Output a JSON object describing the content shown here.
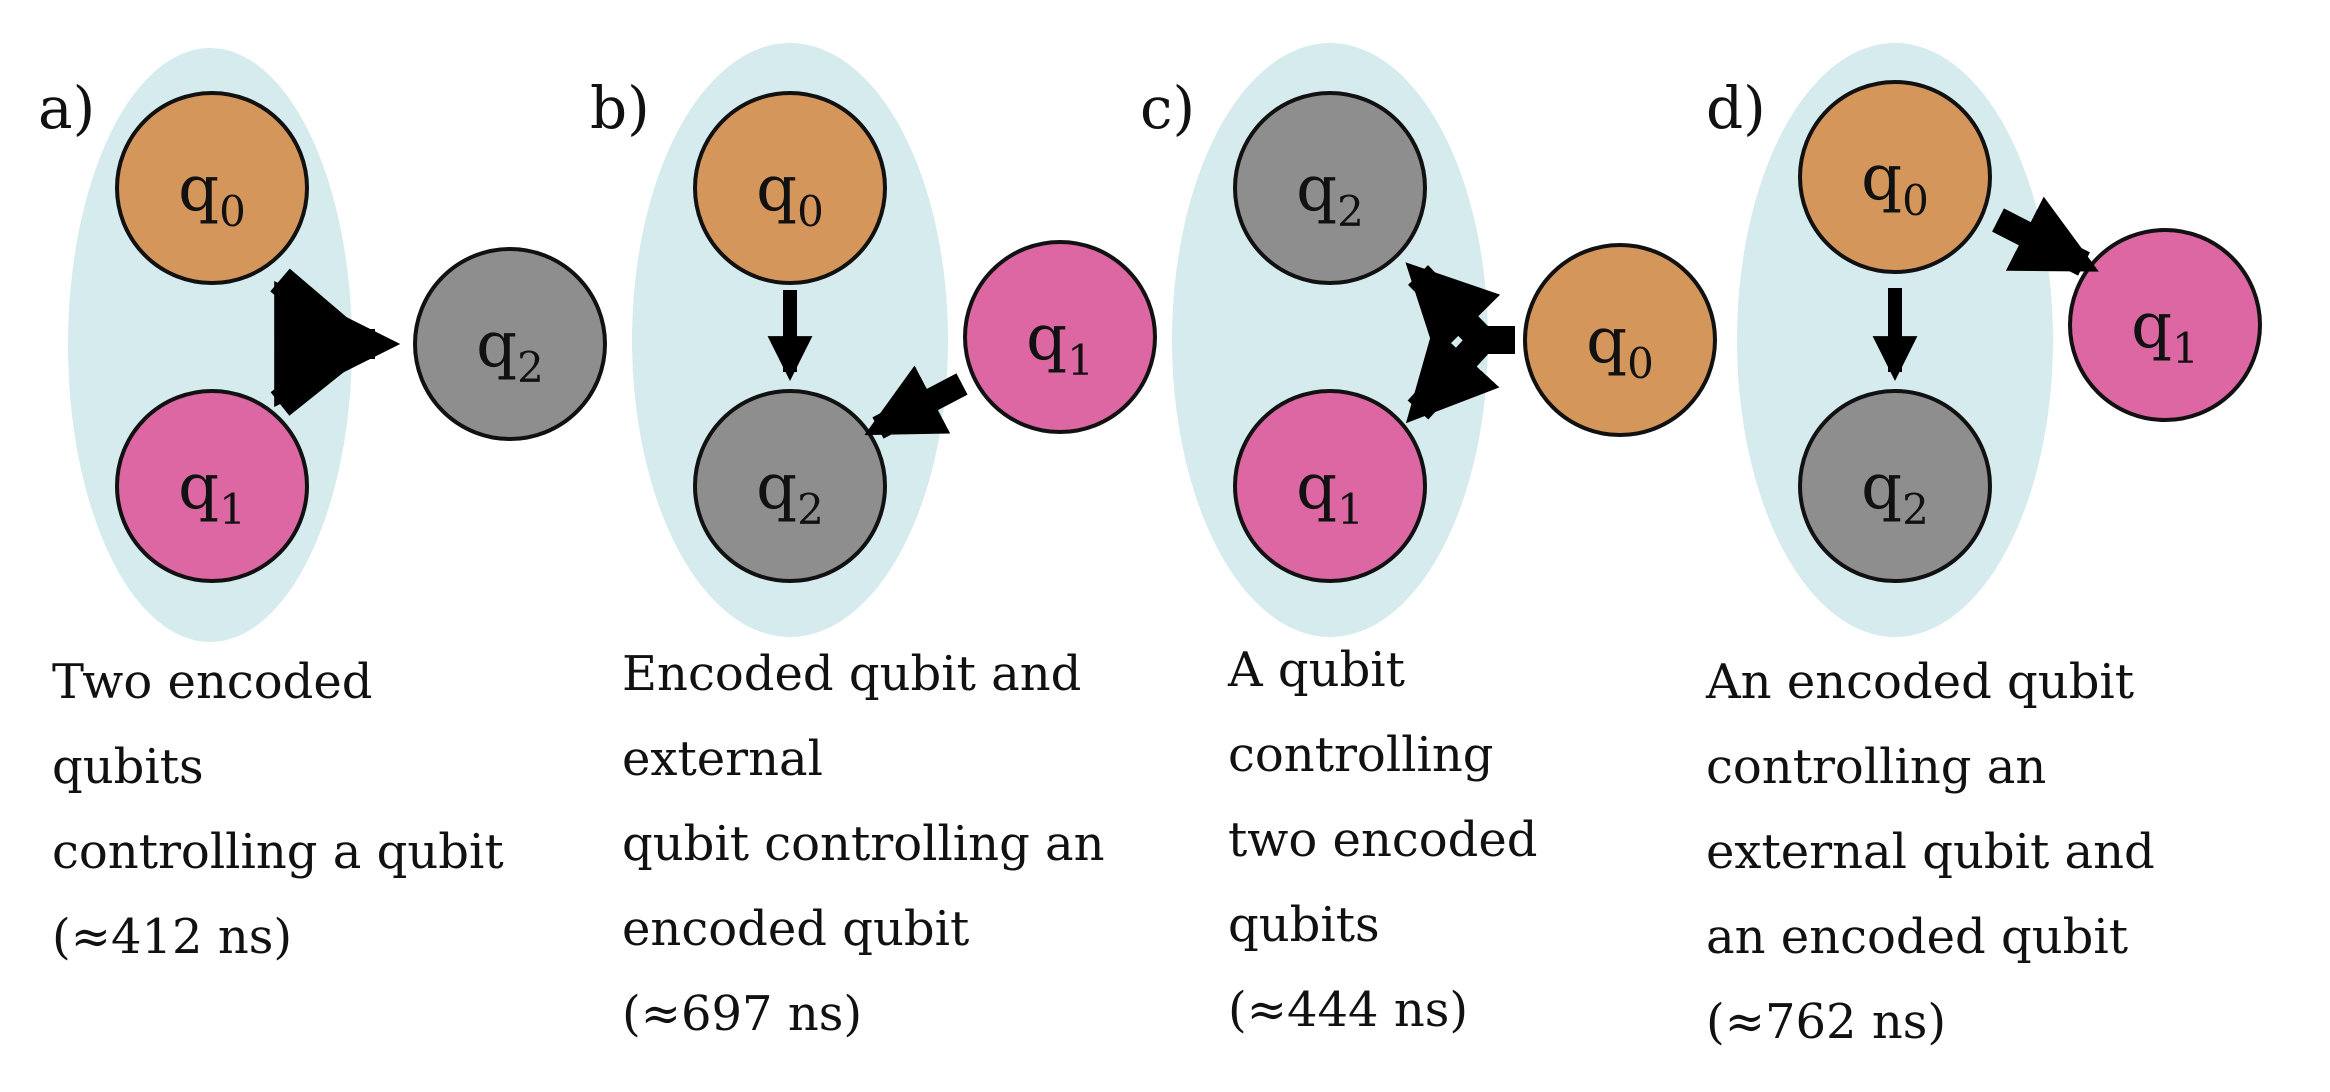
{
  "colors": {
    "group": "#d5ebee",
    "q0": "#d4965a",
    "q1": "#dd67a3",
    "q2": "#8e8e8e",
    "stroke": "#111111",
    "arrow": "#000000"
  },
  "panels": [
    {
      "label": "a)",
      "qubits": [
        {
          "name": "q",
          "sub": "0",
          "color": "q0"
        },
        {
          "name": "q",
          "sub": "1",
          "color": "q1"
        },
        {
          "name": "q",
          "sub": "2",
          "color": "q2"
        }
      ],
      "caption": [
        "Two encoded",
        "qubits",
        "controlling a qubit",
        "(≈412 ns)"
      ]
    },
    {
      "label": "b)",
      "qubits": [
        {
          "name": "q",
          "sub": "0",
          "color": "q0"
        },
        {
          "name": "q",
          "sub": "2",
          "color": "q2"
        },
        {
          "name": "q",
          "sub": "1",
          "color": "q1"
        }
      ],
      "caption": [
        "Encoded qubit and",
        "external",
        "qubit controlling an",
        "encoded qubit",
        "(≈697 ns)"
      ]
    },
    {
      "label": "c)",
      "qubits": [
        {
          "name": "q",
          "sub": "2",
          "color": "q2"
        },
        {
          "name": "q",
          "sub": "1",
          "color": "q1"
        },
        {
          "name": "q",
          "sub": "0",
          "color": "q0"
        }
      ],
      "caption": [
        "A qubit",
        "controlling",
        "two encoded",
        "qubits",
        "(≈444 ns)"
      ]
    },
    {
      "label": "d)",
      "qubits": [
        {
          "name": "q",
          "sub": "0",
          "color": "q0"
        },
        {
          "name": "q",
          "sub": "2",
          "color": "q2"
        },
        {
          "name": "q",
          "sub": "1",
          "color": "q1"
        }
      ],
      "caption": [
        "An encoded qubit",
        "controlling an",
        "external qubit  and",
        "an encoded qubit",
        "(≈762 ns)"
      ]
    }
  ]
}
